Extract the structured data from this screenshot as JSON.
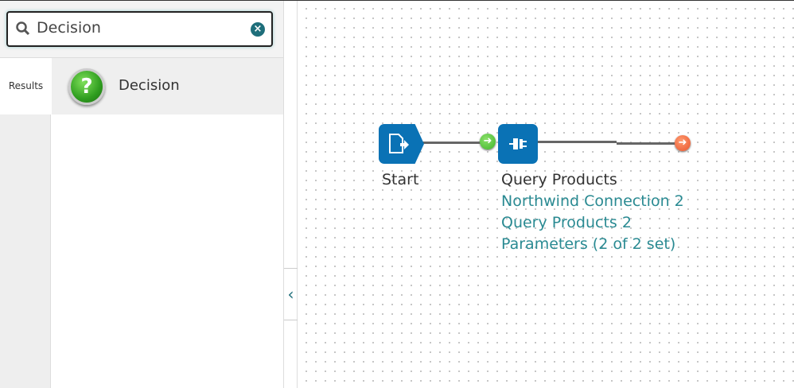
{
  "search": {
    "value": "Decision",
    "clear_icon": "clear-icon"
  },
  "tabs": {
    "results": "Results"
  },
  "results": [
    {
      "label": "Decision",
      "icon": "question-icon"
    }
  ],
  "canvas": {
    "start": {
      "label": "Start"
    },
    "query": {
      "label": "Query Products",
      "details": [
        "Northwind Connection 2",
        "Query Products 2",
        "Parameters (2 of 2 set)"
      ]
    }
  },
  "colors": {
    "node": "#0a72b5",
    "accent": "#2a8a92",
    "in": "#3fb52a",
    "out": "#e8542b"
  }
}
